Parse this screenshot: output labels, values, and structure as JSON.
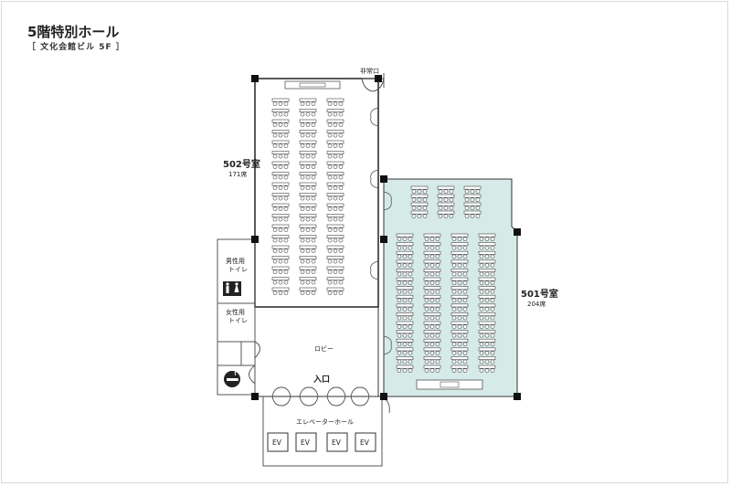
{
  "header": {
    "title": "5階特別ホール",
    "subtitle": "［ 文化会館ビル 5F ］"
  },
  "rooms": {
    "room502": {
      "name": "502号室",
      "seats": "171席"
    },
    "room501": {
      "name": "501号室",
      "seats": "204席"
    }
  },
  "labels": {
    "emergency_exit": "非常口",
    "mens_toilet": "男性用\nトイレ",
    "womens_toilet": "女性用\nトイレ",
    "lobby": "ロビー",
    "entrance": "入口",
    "elevator_hall": "エレベーターホール",
    "ev": [
      "EV",
      "EV",
      "EV",
      "EV"
    ]
  },
  "colors": {
    "room501_fill": "#d6ebe8",
    "wall": "#222222",
    "pillar": "#111111",
    "line": "#555555"
  }
}
